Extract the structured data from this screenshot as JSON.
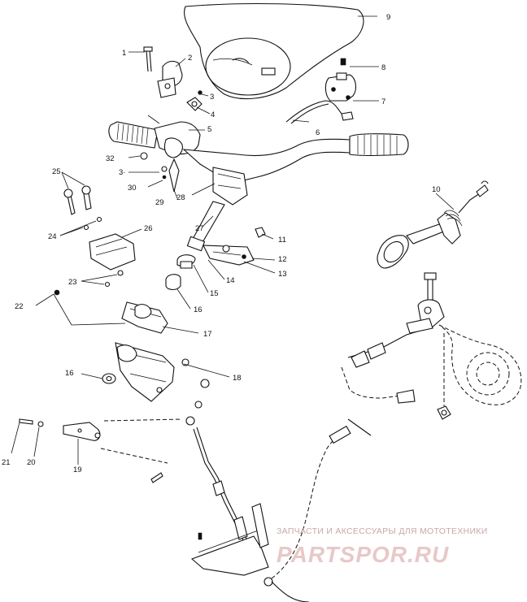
{
  "callouts": [
    "1",
    "2",
    "3",
    "4",
    "5",
    "6",
    "7",
    "8",
    "9",
    "10",
    "11",
    "12",
    "13",
    "14",
    "15",
    "16",
    "17",
    "18",
    "19",
    "20",
    "21",
    "22",
    "23",
    "24",
    "25",
    "26",
    "27",
    "28",
    "29",
    "30",
    "32",
    "3·"
  ],
  "labels": {
    "n1": "1",
    "n2": "2",
    "n3": "3",
    "n4": "4",
    "n5": "5",
    "n6": "6",
    "n7": "7",
    "n8": "8",
    "n9": "9",
    "n10": "10",
    "n11": "11",
    "n12": "12",
    "n13": "13",
    "n14": "14",
    "n15": "15",
    "n16a": "16",
    "n16b": "16",
    "n17": "17",
    "n18": "18",
    "n19": "19",
    "n20": "20",
    "n21": "21",
    "n22": "22",
    "n23": "23",
    "n24": "24",
    "n25": "25",
    "n26": "26",
    "n27": "27",
    "n28": "28",
    "n29": "29",
    "n30": "30",
    "n32": "32",
    "n3b": "3·"
  },
  "watermark": {
    "line1": "ЗАПЧАСТИ И АКСЕССУАРЫ ДЛЯ МОТОТЕХНИКИ",
    "line2": "PARTSPOR.RU"
  }
}
